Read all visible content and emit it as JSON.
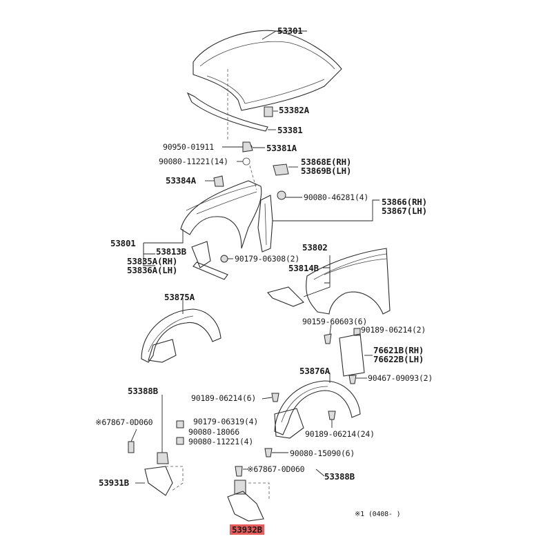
{
  "labels": {
    "p53301": "53301",
    "p53382A": "53382A",
    "p53381": "53381",
    "p90950": "90950-01911",
    "p53381A": "53381A",
    "p90080_11221_14": "90080-11221(14)",
    "p53868E": "53868E(RH)",
    "p53869B": "53869B(LH)",
    "p53384A": "53384A",
    "p90080_46281": "90080-46281(4)",
    "p53866": "53866(RH)",
    "p53867": "53867(LH)",
    "p53801": "53801",
    "p53813B": "53813B",
    "p53835A": "53835A(RH)",
    "p53836A": "53836A(LH)",
    "p90179_06308": "90179-06308(2)",
    "p53802": "53802",
    "p53814B": "53814B",
    "p53875A": "53875A",
    "p90159": "90159-60603(6)",
    "p90189_06214_2": "90189-06214(2)",
    "p76621B": "76621B(RH)",
    "p76622B": "76622B(LH)",
    "p53876A": "53876A",
    "p90467": "90467-09093(2)",
    "p53388B_1": "53388B",
    "p90189_06214_6": "90189-06214(6)",
    "p67867_1": "※67867-0D060",
    "p90179_06319": "90179-06319(4)",
    "p90080_18066": "90080-18066",
    "p90080_11221_4": "90080-11221(4)",
    "p90189_06214_24": "90189-06214(24)",
    "p90080_15090": "90080-15090(6)",
    "p53931B": "53931B",
    "p67867_2": "※67867-0D060",
    "p53388B_2": "53388B",
    "note": "※1 (0408-    )",
    "p53932B": "53932B"
  },
  "colors": {
    "highlight": "#e85b5b",
    "line": "#2a2a2a"
  }
}
